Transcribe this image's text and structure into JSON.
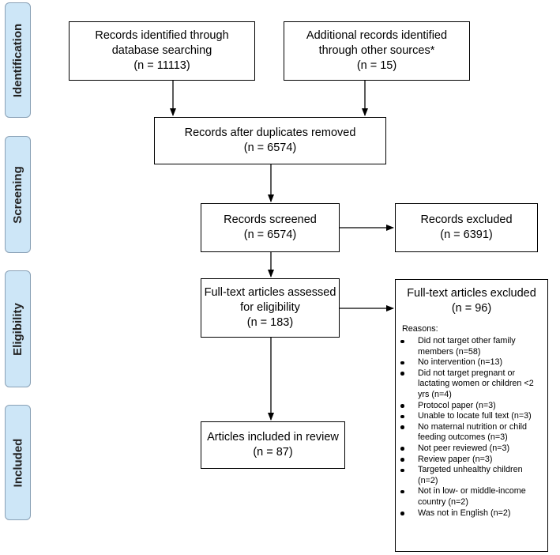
{
  "stages": {
    "identification": "Identification",
    "screening": "Screening",
    "eligibility": "Eligibility",
    "included": "Included"
  },
  "boxes": {
    "database": {
      "line1": "Records identified through",
      "line2": "database searching",
      "line3": "(n =  11113)"
    },
    "other": {
      "line1": "Additional records identified",
      "line2": "through other sources*",
      "line3": "(n = 15)"
    },
    "duplicates": {
      "line1": "Records after duplicates removed",
      "line2": "(n = 6574)"
    },
    "screened": {
      "line1": "Records screened",
      "line2": "(n = 6574)"
    },
    "excluded": {
      "line1": "Records excluded",
      "line2": "(n = 6391)"
    },
    "fulltext": {
      "line1": "Full-text articles assessed",
      "line2": "for eligibility",
      "line3": "(n = 183)"
    },
    "included": {
      "line1": "Articles included in review",
      "line2": "(n = 87)"
    }
  },
  "fulltext_excluded": {
    "title1": "Full-text articles excluded",
    "title2": "(n = 96)",
    "reasons_label": "Reasons:",
    "reasons": [
      "Did not target other family members (n=58)",
      "No intervention (n=13)",
      "Did not target pregnant or lactating women or children <2 yrs (n=4)",
      "Protocol paper (n=3)",
      "Unable to locate full text (n=3)",
      "No maternal nutrition or child feeding outcomes (n=3)",
      "Not peer reviewed (n=3)",
      "Review paper (n=3)",
      "Targeted unhealthy children (n=2)",
      "Not in low- or middle-income country (n=2)",
      "Was not in English (n=2)"
    ]
  }
}
